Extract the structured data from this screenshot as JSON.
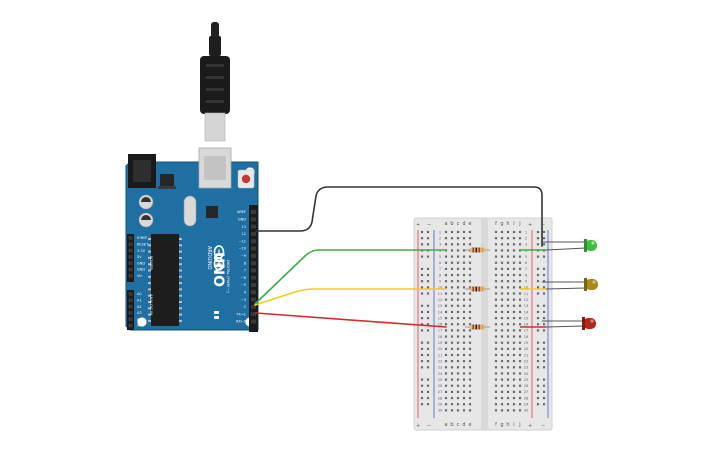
{
  "arduino": {
    "brand": "ARDUINO",
    "model": "UNO",
    "digital_header": "DIGITAL (PWM ~)",
    "power_header": "POWER",
    "analog_header": "ANALOG IN",
    "aref": "AREF",
    "gnd": "GND",
    "tx": "TX",
    "rx": "RX",
    "digital_pins": [
      "13",
      "12",
      "~11",
      "~10",
      "~9",
      "8",
      "7",
      "~6",
      "~5",
      "4",
      "~3",
      "2",
      "TX→1",
      "RX←0"
    ],
    "power_pins": [
      "IOREF",
      "RESET",
      "3.3V",
      "5V",
      "GND",
      "GND",
      "Vin"
    ],
    "analog_pins": [
      "A0",
      "A1",
      "A2",
      "A3",
      "A4",
      "A5"
    ]
  },
  "breadboard": {
    "col_letters_left": [
      "a",
      "b",
      "c",
      "d",
      "e"
    ],
    "col_letters_right": [
      "f",
      "g",
      "h",
      "i",
      "j"
    ],
    "rail_plus": "+",
    "rail_minus": "−",
    "row_count": 30
  },
  "wires": [
    {
      "name": "gnd-wire",
      "color": "#333333"
    },
    {
      "name": "green-signal-wire",
      "color": "#3cb043"
    },
    {
      "name": "yellow-signal-wire",
      "color": "#f2cd13"
    },
    {
      "name": "red-signal-wire",
      "color": "#d62b2b"
    }
  ],
  "leds": [
    {
      "name": "green-led",
      "color": "#3fbf3f"
    },
    {
      "name": "yellow-led",
      "color": "#a88a1c"
    },
    {
      "name": "red-led",
      "color": "#b3261e"
    }
  ]
}
